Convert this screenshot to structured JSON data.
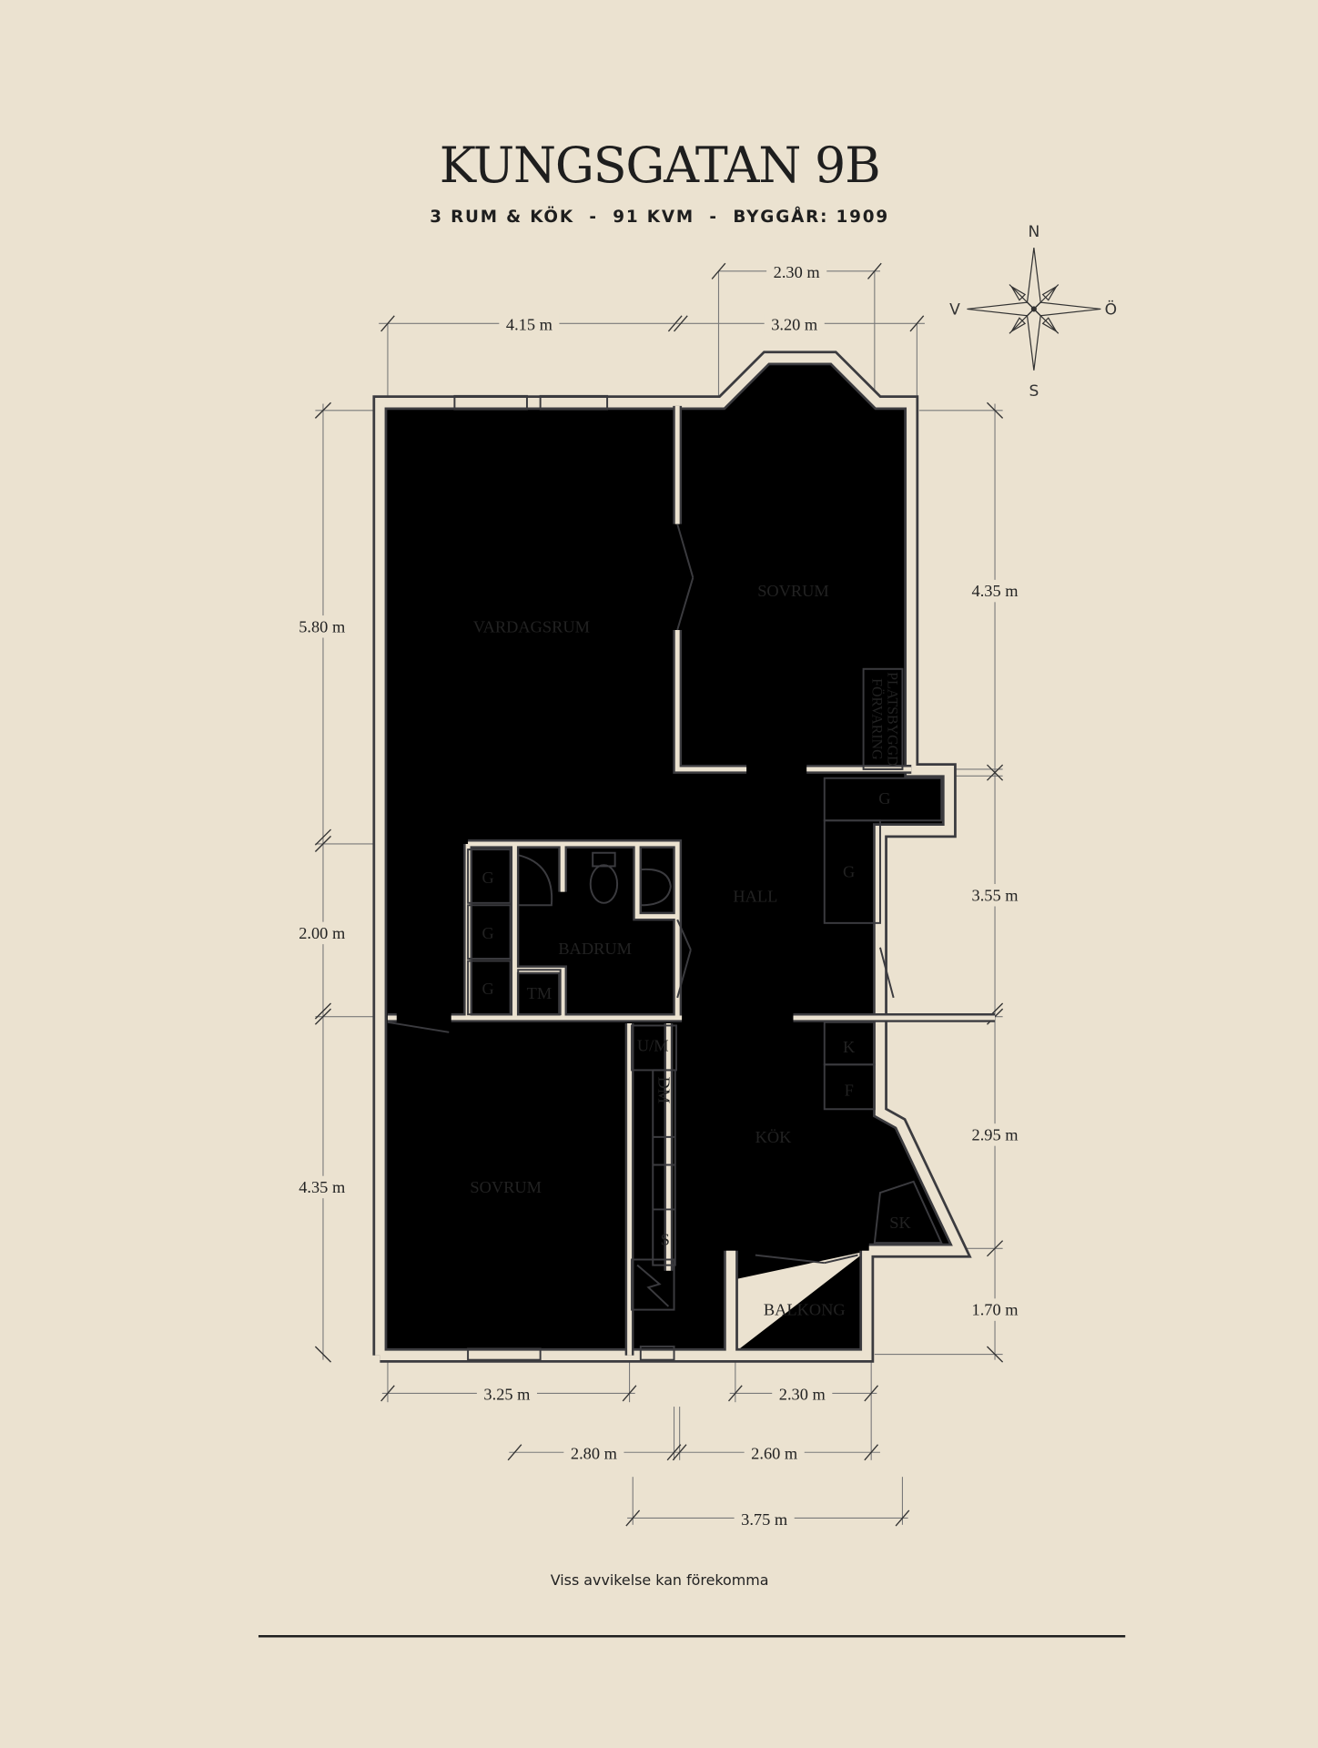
{
  "title": "KUNGSGATAN 9B",
  "subtitle": "3 RUM & KÖK  -  91 KVM  -  BYGGÅR: 1909",
  "footer": "Viss avvikelse kan förekomma",
  "compass": {
    "n": "N",
    "s": "S",
    "w": "V",
    "e": "Ö"
  },
  "rooms": {
    "vardagsrum": "VARDAGSRUM",
    "sovrum_top": "SOVRUM",
    "hall": "HALL",
    "badrum": "BADRUM",
    "kok": "KÖK",
    "sovrum_bottom": "SOVRUM",
    "balkong": "BALKONG",
    "storage_line1": "PLATSBYGGD",
    "storage_line2": "FÖRVARING"
  },
  "fixtures": {
    "g1": "G",
    "g2": "G",
    "g3": "G",
    "tm": "TM",
    "g4": "G",
    "g5": "G",
    "k": "K",
    "f": "F",
    "sk": "SK",
    "um": "U/M",
    "dm": "DM",
    "s": "S"
  },
  "dimensions": {
    "top_bay": "2.30 m",
    "top_left": "4.15 m",
    "top_right": "3.20 m",
    "left_1": "5.80 m",
    "left_2": "2.00 m",
    "left_3": "4.35 m",
    "right_1": "4.35 m",
    "right_2": "3.55 m",
    "right_3": "2.95 m",
    "right_4": "1.70 m",
    "bottom_1a": "3.25 m",
    "bottom_1b": "2.30 m",
    "bottom_2a": "2.80 m",
    "bottom_2b": "2.60 m",
    "bottom_3": "3.75 m"
  },
  "colors": {
    "background": "#ebe2d0",
    "ink": "#3b3b3f"
  }
}
